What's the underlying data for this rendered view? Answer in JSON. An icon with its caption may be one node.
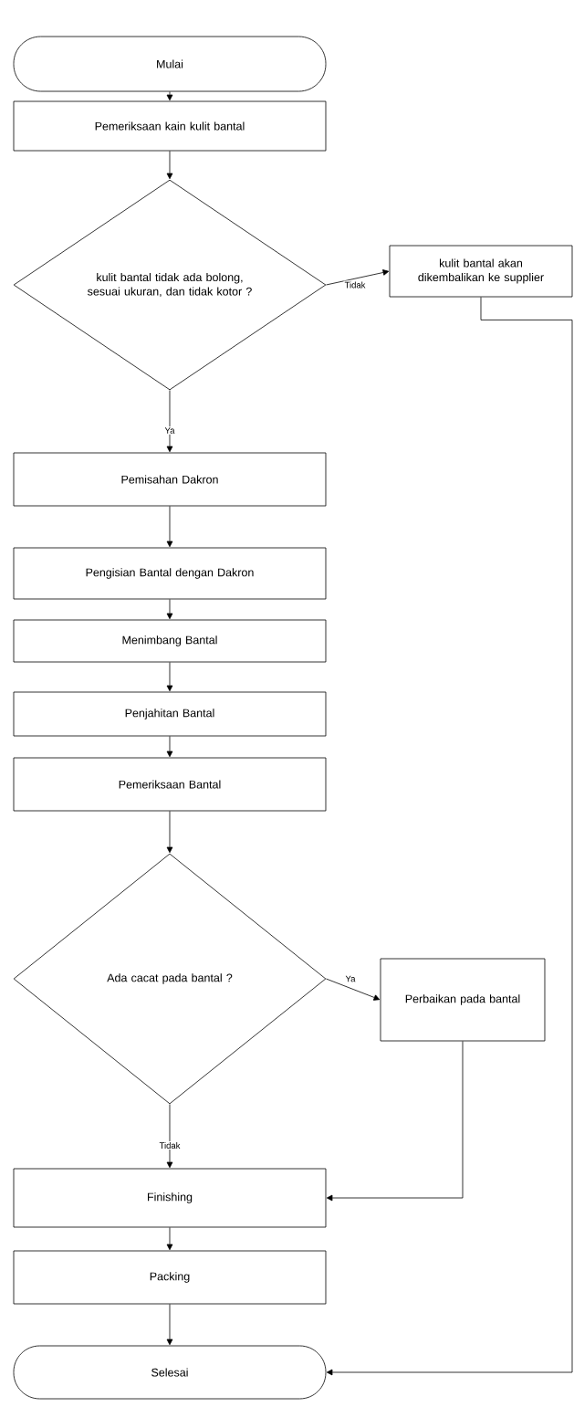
{
  "diagram": {
    "nodes": [
      {
        "text": [
          "Mulai"
        ]
      },
      {
        "text": [
          "Pemeriksaan kain kulit bantal"
        ]
      },
      {
        "text": [
          "kulit bantal tidak ada bolong, sesuai ukuran, dan tidak kotor ?"
        ]
      },
      {
        "text": [
          "kulit bantal akan dikembalikan ke supplier"
        ]
      },
      {
        "text": [
          "Pemisahan Dakron"
        ]
      },
      {
        "text": [
          "Pengisian Bantal dengan Dakron"
        ]
      },
      {
        "text": [
          "Menimbang Bantal"
        ]
      },
      {
        "text": [
          "Penjahitan Bantal"
        ]
      },
      {
        "text": [
          "Pemeriksaan Bantal"
        ]
      },
      {
        "text": [
          "Ada cacat pada bantal ?"
        ]
      },
      {
        "text": [
          "Perbaikan pada bantal"
        ]
      },
      {
        "text": [
          "Finishing"
        ]
      },
      {
        "text": [
          "Packing"
        ]
      },
      {
        "text": [
          "Selesai"
        ]
      }
    ],
    "edges": [
      {
        "from": 0,
        "to": 1,
        "arrow": "to"
      },
      {
        "from": 1,
        "to": 2,
        "arrow": "to"
      },
      {
        "from": 2,
        "to": 3,
        "arrow": "to",
        "label": "Tidak"
      },
      {
        "from": 2,
        "to": 4,
        "arrow": "to",
        "label": "Ya"
      },
      {
        "from": 4,
        "to": 5,
        "arrow": "to"
      },
      {
        "from": 5,
        "to": 6,
        "arrow": "to"
      },
      {
        "from": 6,
        "to": 7,
        "arrow": "to"
      },
      {
        "from": 7,
        "to": 8,
        "arrow": "to"
      },
      {
        "from": 8,
        "to": 9,
        "arrow": "to"
      },
      {
        "from": 9,
        "to": 10,
        "arrow": "to",
        "label": "Ya"
      },
      {
        "from": 9,
        "to": 11,
        "arrow": "to",
        "label": "Tidak"
      },
      {
        "from": 10,
        "to": 11,
        "arrow": "to"
      },
      {
        "from": 11,
        "to": 12,
        "arrow": "to"
      },
      {
        "from": 12,
        "to": 13,
        "arrow": "to"
      },
      {
        "from": 3,
        "to": 13,
        "arrow": "to"
      }
    ]
  }
}
